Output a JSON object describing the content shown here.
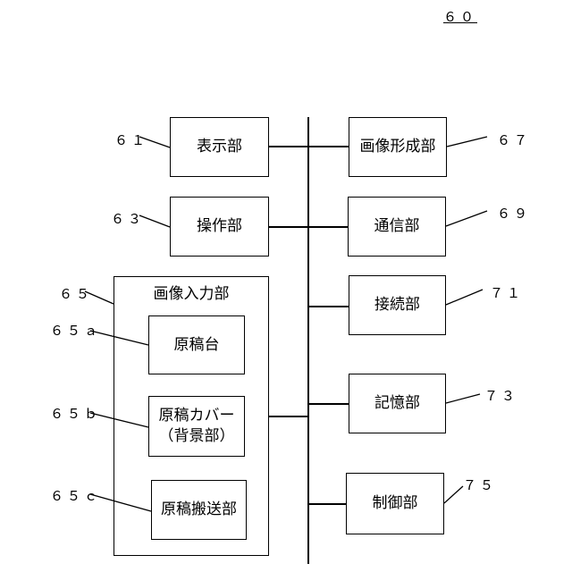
{
  "figure_number": "６０",
  "blocks": {
    "display": {
      "label": "表示部",
      "ref": "６１"
    },
    "operation": {
      "label": "操作部",
      "ref": "６３"
    },
    "image_input": {
      "label": "画像入力部",
      "ref": "６５"
    },
    "original_table": {
      "label": "原稿台",
      "ref": "６５ａ"
    },
    "original_cover": {
      "label_line1": "原稿カバー",
      "label_line2": "（背景部）",
      "ref": "６５ｂ"
    },
    "original_feeder": {
      "label": "原稿搬送部",
      "ref": "６５ｃ"
    },
    "image_forming": {
      "label": "画像形成部",
      "ref": "６７"
    },
    "communication": {
      "label": "通信部",
      "ref": "６９"
    },
    "connection": {
      "label": "接続部",
      "ref": "７１"
    },
    "storage": {
      "label": "記憶部",
      "ref": "７３"
    },
    "control": {
      "label": "制御部",
      "ref": "７５"
    }
  }
}
